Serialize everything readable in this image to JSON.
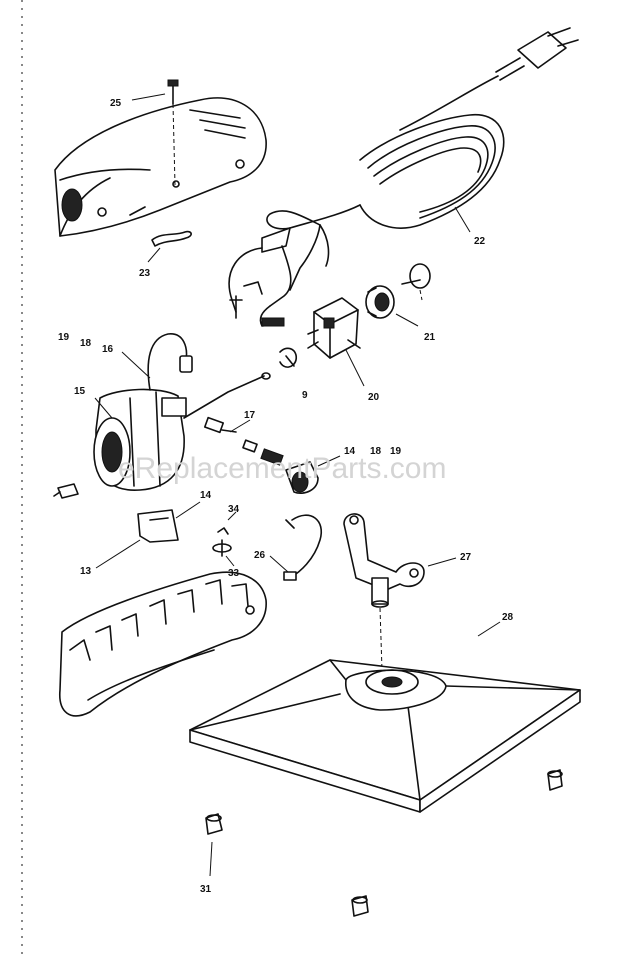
{
  "watermark": "eReplacementParts.com",
  "callouts": {
    "p25": "25",
    "p23": "23",
    "p22": "22",
    "p21": "21",
    "p20": "20",
    "p9": "9",
    "p19a": "19",
    "p18a": "18",
    "p16": "16",
    "p15": "15",
    "p17": "17",
    "p14a": "14",
    "p18b": "18",
    "p19b": "19",
    "p14b": "14",
    "p34": "34",
    "p33": "33",
    "p13": "13",
    "p26": "26",
    "p27": "27",
    "p28": "28",
    "p31": "31"
  }
}
